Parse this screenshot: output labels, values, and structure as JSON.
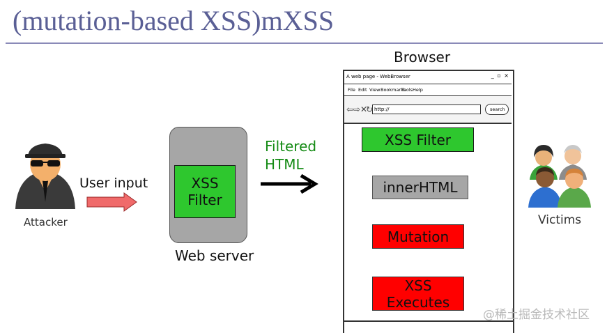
{
  "title": "(mutation-based XSS)mXSS",
  "attacker": {
    "label": "Attacker"
  },
  "user_input": {
    "label": "User input"
  },
  "web_server": {
    "label": "Web server",
    "filter_line1": "XSS",
    "filter_line2": "Filter"
  },
  "filtered_html": {
    "line1": "Filtered",
    "line2": "HTML"
  },
  "browser": {
    "label": "Browser",
    "window_title": "A web page - WebBrowser",
    "menu": [
      "File",
      "Edit",
      "View",
      "Bookmarks",
      "Tools",
      "Help"
    ],
    "address": "http://",
    "search": "search",
    "steps": {
      "filter": "XSS Filter",
      "inner_html": "innerHTML",
      "mutation": "Mutation",
      "executes_line1": "XSS",
      "executes_line2": "Executes"
    }
  },
  "victims": {
    "label": "Victims"
  },
  "watermark": "@稀土掘金技术社区",
  "colors": {
    "title": "#5a5f95",
    "green_box": "#2ec72e",
    "gray_box": "#a6a6a6",
    "red_box": "#ff0000",
    "filtered_text": "#138a13",
    "input_arrow": "#f06a6a"
  }
}
